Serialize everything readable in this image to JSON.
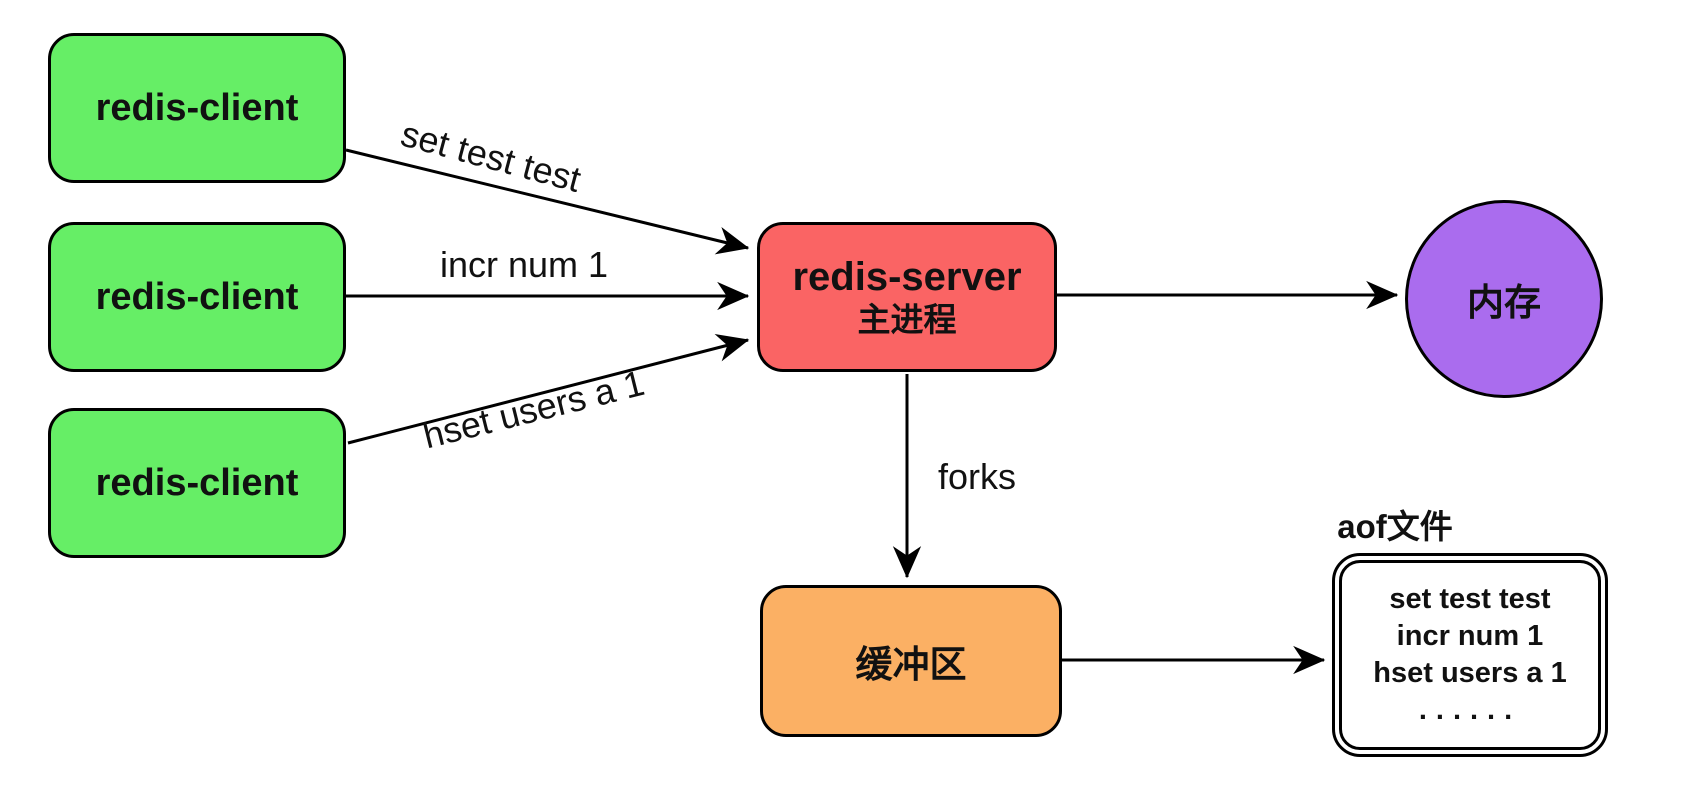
{
  "diagram": {
    "title_hint": "redis AOF persistence flow",
    "clients": [
      {
        "label": "redis-client"
      },
      {
        "label": "redis-client"
      },
      {
        "label": "redis-client"
      }
    ],
    "server": {
      "title": "redis-server",
      "subtitle": "主进程"
    },
    "memory": {
      "label": "内存"
    },
    "buffer": {
      "label": "缓冲区"
    },
    "aof": {
      "title": "aof文件",
      "lines": [
        "set test test",
        "incr num 1",
        "hset users a 1",
        "......"
      ]
    },
    "edges": [
      {
        "from": "redis-client-1",
        "to": "redis-server",
        "label": "set test test"
      },
      {
        "from": "redis-client-2",
        "to": "redis-server",
        "label": "incr num 1"
      },
      {
        "from": "redis-client-3",
        "to": "redis-server",
        "label": "hset users a 1"
      },
      {
        "from": "redis-server",
        "to": "memory",
        "label": ""
      },
      {
        "from": "redis-server",
        "to": "buffer",
        "label": "forks"
      },
      {
        "from": "buffer",
        "to": "aof-file",
        "label": ""
      }
    ],
    "colors": {
      "client": "#66ee66",
      "server": "#fa6464",
      "buffer": "#fbb064",
      "memory": "#aa6cee",
      "stroke": "#000000",
      "background": "#ffffff"
    }
  }
}
